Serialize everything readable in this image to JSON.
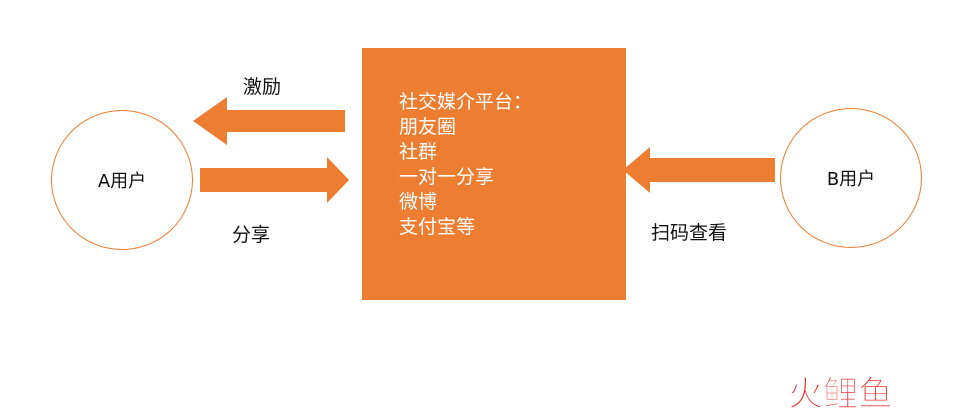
{
  "nodes": {
    "user_a": "A用户",
    "user_b": "B用户",
    "platform": [
      "社交媒介平台：",
      "朋友圈",
      "社群",
      "一对一分享",
      "微博",
      "支付宝等"
    ]
  },
  "edges": {
    "incentive": "激励",
    "share": "分享",
    "scan_view": "扫码查看"
  },
  "watermark": {
    "text": "火鲤鱼"
  },
  "colors": {
    "accent": "#ED7D31",
    "watermark_red": "#E8312F",
    "watermark_grey": "#9A9A9A"
  }
}
